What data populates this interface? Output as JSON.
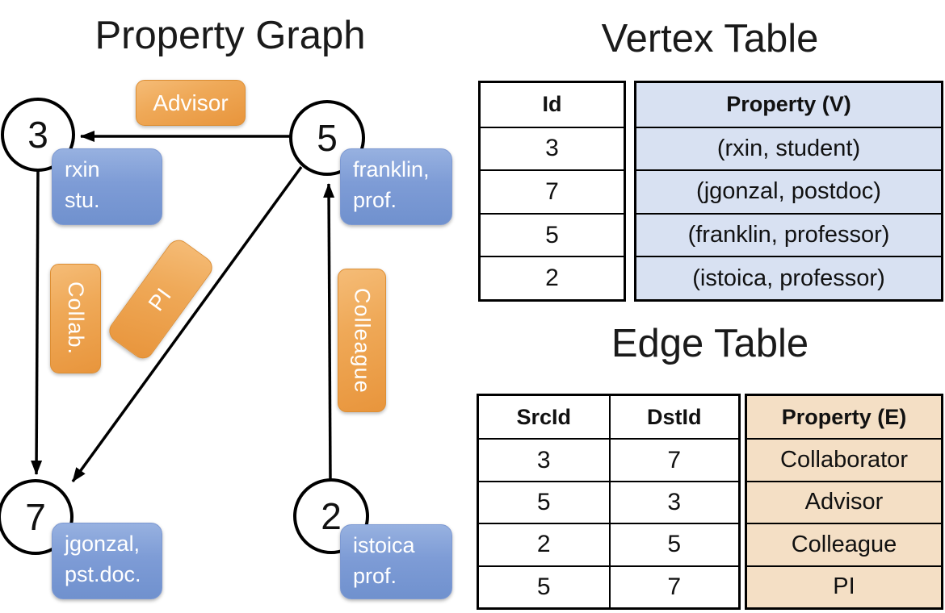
{
  "graph": {
    "title": "Property Graph",
    "nodes": [
      {
        "id": "3",
        "lines": [
          "rxin",
          "stu."
        ]
      },
      {
        "id": "5",
        "lines": [
          "franklin,",
          "prof."
        ]
      },
      {
        "id": "7",
        "lines": [
          "jgonzal,",
          "pst.doc."
        ]
      },
      {
        "id": "2",
        "lines": [
          "istoica",
          "prof."
        ]
      }
    ],
    "edge_labels": {
      "advisor": "Advisor",
      "collab": "Collab.",
      "pi": "PI",
      "colleague": "Colleague"
    }
  },
  "vertex_table": {
    "title": "Vertex Table",
    "headers": {
      "id": "Id",
      "property": "Property (V)"
    },
    "rows": [
      {
        "id": "3",
        "property": "(rxin, student)"
      },
      {
        "id": "7",
        "property": "(jgonzal, postdoc)"
      },
      {
        "id": "5",
        "property": "(franklin, professor)"
      },
      {
        "id": "2",
        "property": "(istoica, professor)"
      }
    ]
  },
  "edge_table": {
    "title": "Edge Table",
    "headers": {
      "src": "SrcId",
      "dst": "DstId",
      "property": "Property (E)"
    },
    "rows": [
      {
        "src": "3",
        "dst": "7",
        "property": "Collaborator"
      },
      {
        "src": "5",
        "dst": "3",
        "property": "Advisor"
      },
      {
        "src": "2",
        "dst": "5",
        "property": "Colleague"
      },
      {
        "src": "5",
        "dst": "7",
        "property": "PI"
      }
    ]
  },
  "colors": {
    "edge_label_orange_top": "#f5bc77",
    "edge_label_orange_bottom": "#e8953c",
    "vertex_label_blue_top": "#97b1e0",
    "vertex_label_blue_bottom": "#7091ce",
    "vertex_property_fill": "#d8e1f2",
    "edge_property_fill": "#f4dfc5",
    "line_color": "#000000"
  }
}
